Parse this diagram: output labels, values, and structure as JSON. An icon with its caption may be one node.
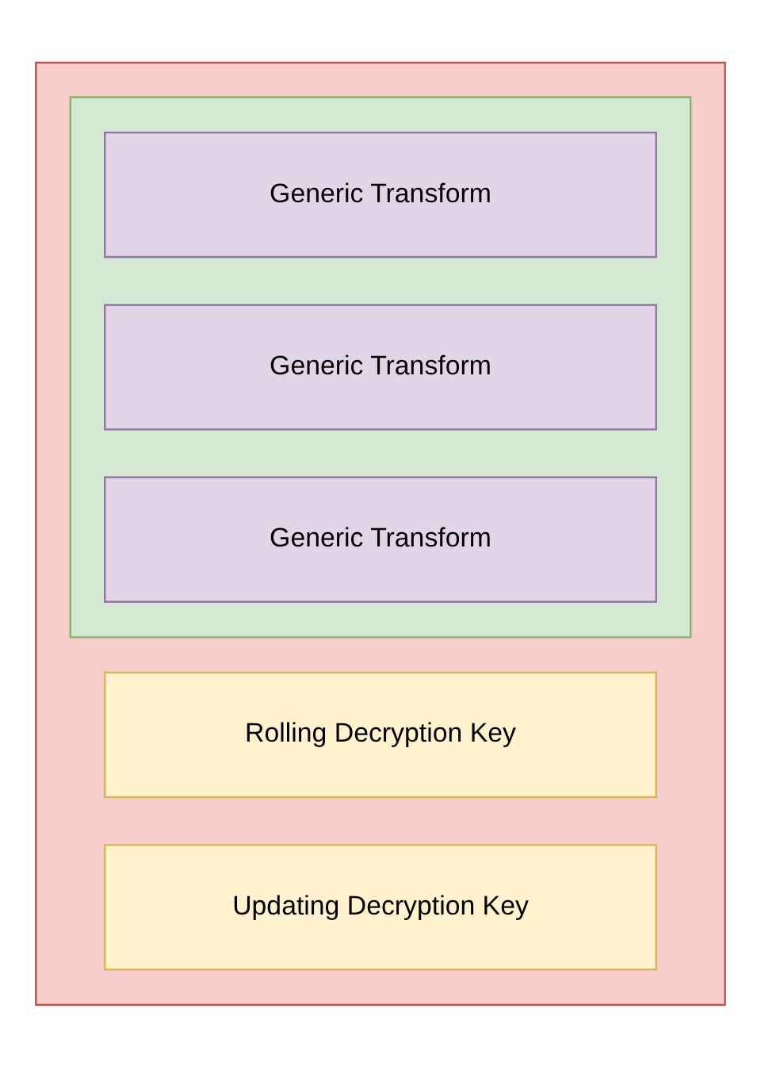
{
  "diagram": {
    "nodes": [
      {
        "text": [],
        "shape": "box"
      },
      {
        "text": [
          "Rolling Decryption Key"
        ],
        "in": 0
      },
      {
        "text": [],
        "shape": "box",
        "in": 0
      },
      {
        "text": [
          "Generic Transform"
        ],
        "in": 2
      },
      {
        "text": [
          "Generic Transform"
        ],
        "in": 2
      },
      {
        "text": [
          "Generic Transform"
        ],
        "in": 2
      },
      {
        "text": [
          "Updating Decryption Key"
        ],
        "in": 0
      }
    ],
    "edges": []
  }
}
